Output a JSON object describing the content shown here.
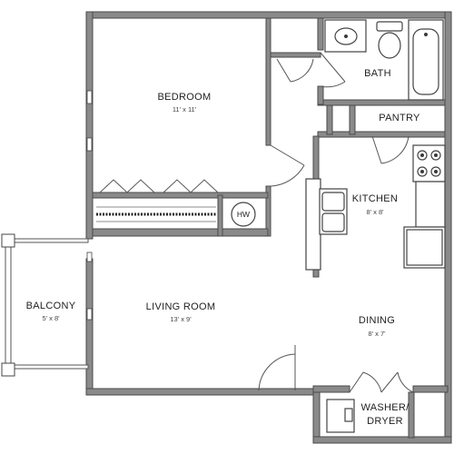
{
  "rooms": {
    "bedroom": {
      "name": "BEDROOM",
      "dim": "11' x 11'"
    },
    "bath": {
      "name": "BATH"
    },
    "pantry": {
      "name": "PANTRY"
    },
    "kitchen": {
      "name": "KITCHEN",
      "dim": "8' x 8'"
    },
    "hw": {
      "name": "HW"
    },
    "balcony": {
      "name": "BALCONY",
      "dim": "5' x 8'"
    },
    "living": {
      "name": "LIVING ROOM",
      "dim": "13' x 9'"
    },
    "dining": {
      "name": "DINING",
      "dim": "8' x 7'"
    },
    "washer": {
      "name_line1": "WASHER/",
      "name_line2": "DRYER"
    }
  }
}
